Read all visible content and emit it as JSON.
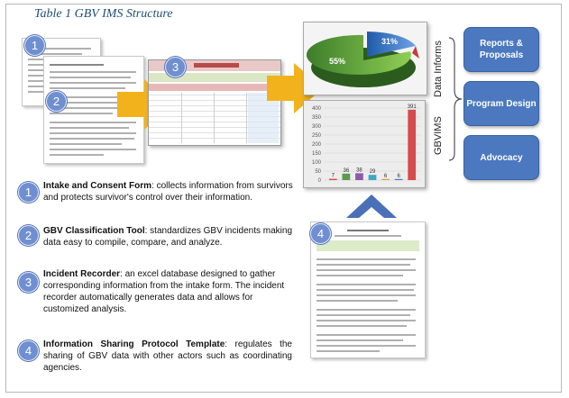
{
  "caption": "Table 1 GBV IMS Structure",
  "steps": [
    {
      "num": "1",
      "title": "Intake and Consent Form",
      "text": ": collects information from survivors and protects survivor's control over their information."
    },
    {
      "num": "2",
      "title": "GBV Classification Tool",
      "text": ": standardizes GBV incidents making data easy to compile, compare, and analyze."
    },
    {
      "num": "3",
      "title": "Incident Recorder",
      "text": ": an excel database designed to gather corresponding information from the intake form.  The incident recorder automatically generates data and allows for customized analysis."
    },
    {
      "num": "4",
      "title": "Information Sharing Protocol Template",
      "text": ": regulates the sharing of GBV data with other actors such as coordinating agencies."
    }
  ],
  "pie": {
    "labels": [
      "55%",
      "31%"
    ]
  },
  "bars": {
    "ytick_labels": [
      "400",
      "350",
      "300",
      "250",
      "200",
      "150",
      "100",
      "50",
      "0"
    ],
    "value_labels": [
      "7",
      "36",
      "38",
      "29",
      "6",
      "6",
      "391"
    ],
    "values": [
      7,
      36,
      38,
      29,
      6,
      6,
      391
    ],
    "colors": [
      "#d64b4b",
      "#5b9b4a",
      "#8a5cab",
      "#3aa6c8",
      "#e59a3b",
      "#4b78bf",
      "#d64b4b"
    ]
  },
  "side_labels": {
    "data_informs": "Data Informs",
    "gbvims": "GBVIMS"
  },
  "outcomes": [
    "Reports & Proposals",
    "Program Design",
    "Advocacy"
  ],
  "colors": {
    "badge": "#6f8fd0",
    "arrow": "#f2b21b",
    "button": "#4b78bf",
    "up_arrow": "#4a70b8"
  }
}
